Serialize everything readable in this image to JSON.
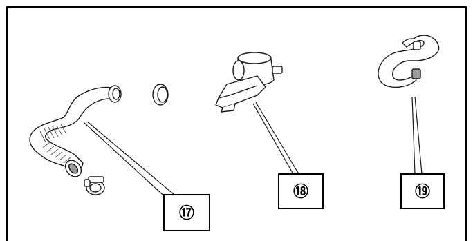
{
  "callouts": [
    {
      "id": "part-17",
      "label": "⑰"
    },
    {
      "id": "part-18",
      "label": "⑱"
    },
    {
      "id": "part-19",
      "label": "⑲"
    }
  ],
  "colors": {
    "line": "#1a1a1a",
    "part_fill": "#ffffff",
    "shade": "#9a9a9a",
    "frame": "#000000"
  }
}
